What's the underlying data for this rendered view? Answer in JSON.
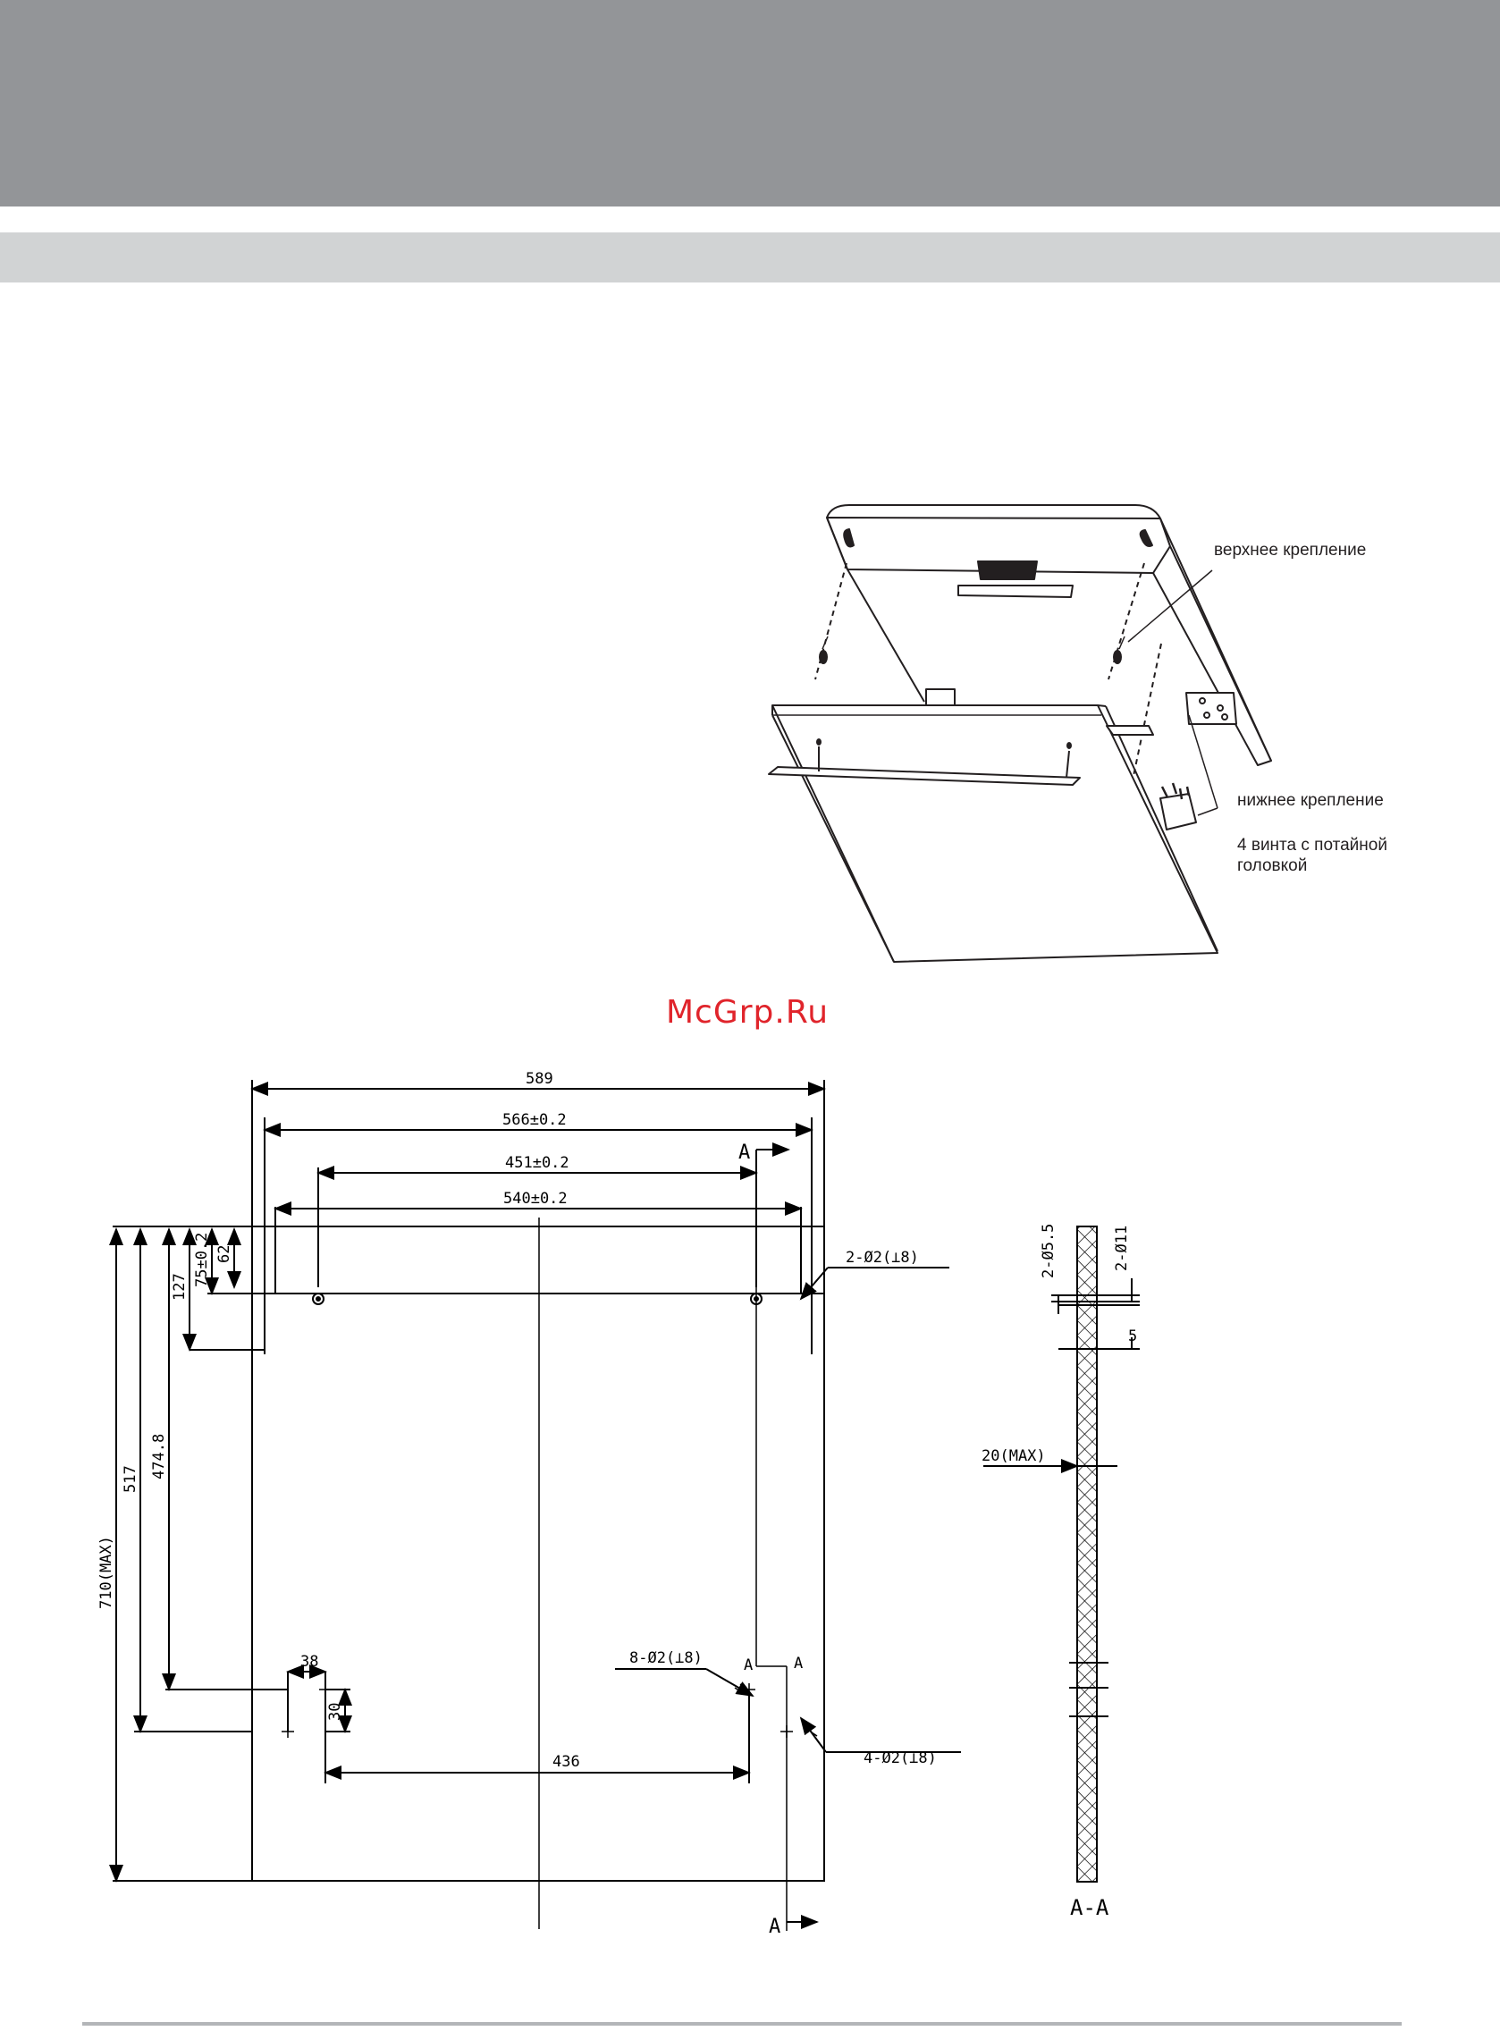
{
  "colors": {
    "header_dark": "#939598",
    "header_light": "#d1d3d4",
    "watermark": "#e0242b",
    "footer_line": "#b3b5b8"
  },
  "watermark": "McGrp.Ru",
  "illustration": {
    "callouts": {
      "upper_mount": "верхнее крепление",
      "lower_mount": "нижнее крепление",
      "screws": "4 винта с потайной головкой"
    }
  },
  "drawing": {
    "dims": {
      "d589": "589",
      "d566": "566±0.2",
      "d451": "451±0.2",
      "d540": "540±0.2",
      "d710": "710(MAX)",
      "d517": "517",
      "d474": "474.8",
      "d127": "127",
      "d75": "75±0.2",
      "d62": "62",
      "d38": "38",
      "d30": "30",
      "d436": "436",
      "holes_top": "2-Ø2(⟂8)",
      "holes_8": "8-Ø2(⟂8)",
      "holes_4": "4-Ø2(⟂8)"
    },
    "section_marks": {
      "a_top": "A",
      "a_bottom": "A",
      "a_left": "A",
      "a_right": "A"
    },
    "section_view": {
      "d55": "2-Ø5.5",
      "d11": "2-Ø11",
      "d5": "5",
      "d20": "20(MAX)",
      "label": "A-A"
    }
  }
}
